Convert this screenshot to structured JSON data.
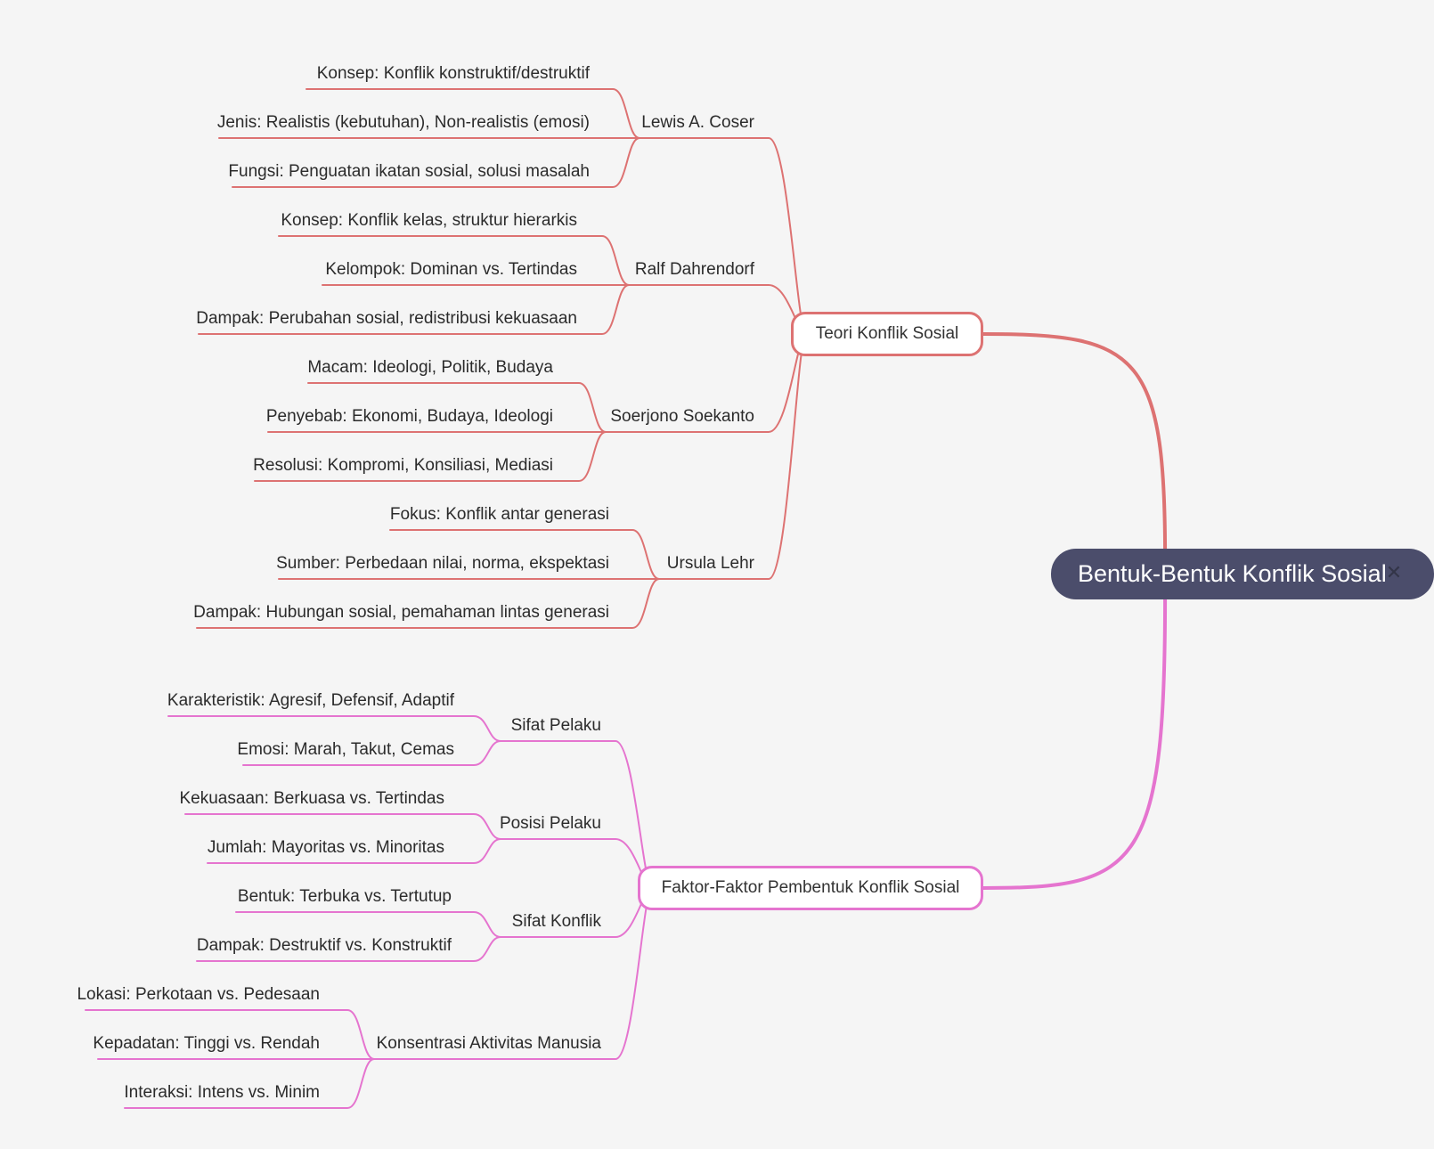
{
  "root": {
    "title": "Bentuk-Bentuk Konflik Sosial",
    "collapse_icon": "close-icon"
  },
  "colors": {
    "background": "#f5f5f5",
    "root_fill": "#4b4d6b",
    "branch_red": "#dd7272",
    "branch_pink": "#e574cf"
  },
  "branches": [
    {
      "title": "Teori Konflik Sosial",
      "color": "#dd7272",
      "children": [
        {
          "title": "Lewis A. Coser",
          "items": [
            "Konsep: Konflik konstruktif/destruktif",
            "Jenis: Realistis (kebutuhan), Non-realistis (emosi)",
            "Fungsi: Penguatan ikatan sosial, solusi masalah"
          ]
        },
        {
          "title": "Ralf Dahrendorf",
          "items": [
            "Konsep: Konflik kelas, struktur hierarkis",
            "Kelompok: Dominan vs. Tertindas",
            "Dampak: Perubahan sosial, redistribusi kekuasaan"
          ]
        },
        {
          "title": "Soerjono Soekanto",
          "items": [
            "Macam: Ideologi, Politik, Budaya",
            "Penyebab: Ekonomi, Budaya, Ideologi",
            "Resolusi: Kompromi, Konsiliasi, Mediasi"
          ]
        },
        {
          "title": "Ursula Lehr",
          "items": [
            "Fokus: Konflik antar generasi",
            "Sumber: Perbedaan nilai, norma, ekspektasi",
            "Dampak: Hubungan sosial, pemahaman lintas generasi"
          ]
        }
      ]
    },
    {
      "title": "Faktor-Faktor Pembentuk Konflik Sosial",
      "color": "#e574cf",
      "children": [
        {
          "title": "Sifat Pelaku",
          "items": [
            "Karakteristik: Agresif, Defensif, Adaptif",
            "Emosi: Marah, Takut, Cemas"
          ]
        },
        {
          "title": "Posisi Pelaku",
          "items": [
            "Kekuasaan: Berkuasa vs. Tertindas",
            "Jumlah: Mayoritas vs. Minoritas"
          ]
        },
        {
          "title": "Sifat Konflik",
          "items": [
            "Bentuk: Terbuka vs. Tertutup",
            "Dampak: Destruktif vs. Konstruktif"
          ]
        },
        {
          "title": "Konsentrasi Aktivitas Manusia",
          "items": [
            "Lokasi: Perkotaan vs. Pedesaan",
            "Kepadatan: Tinggi vs. Rendah",
            "Interaksi: Intens vs. Minim"
          ]
        }
      ]
    }
  ]
}
